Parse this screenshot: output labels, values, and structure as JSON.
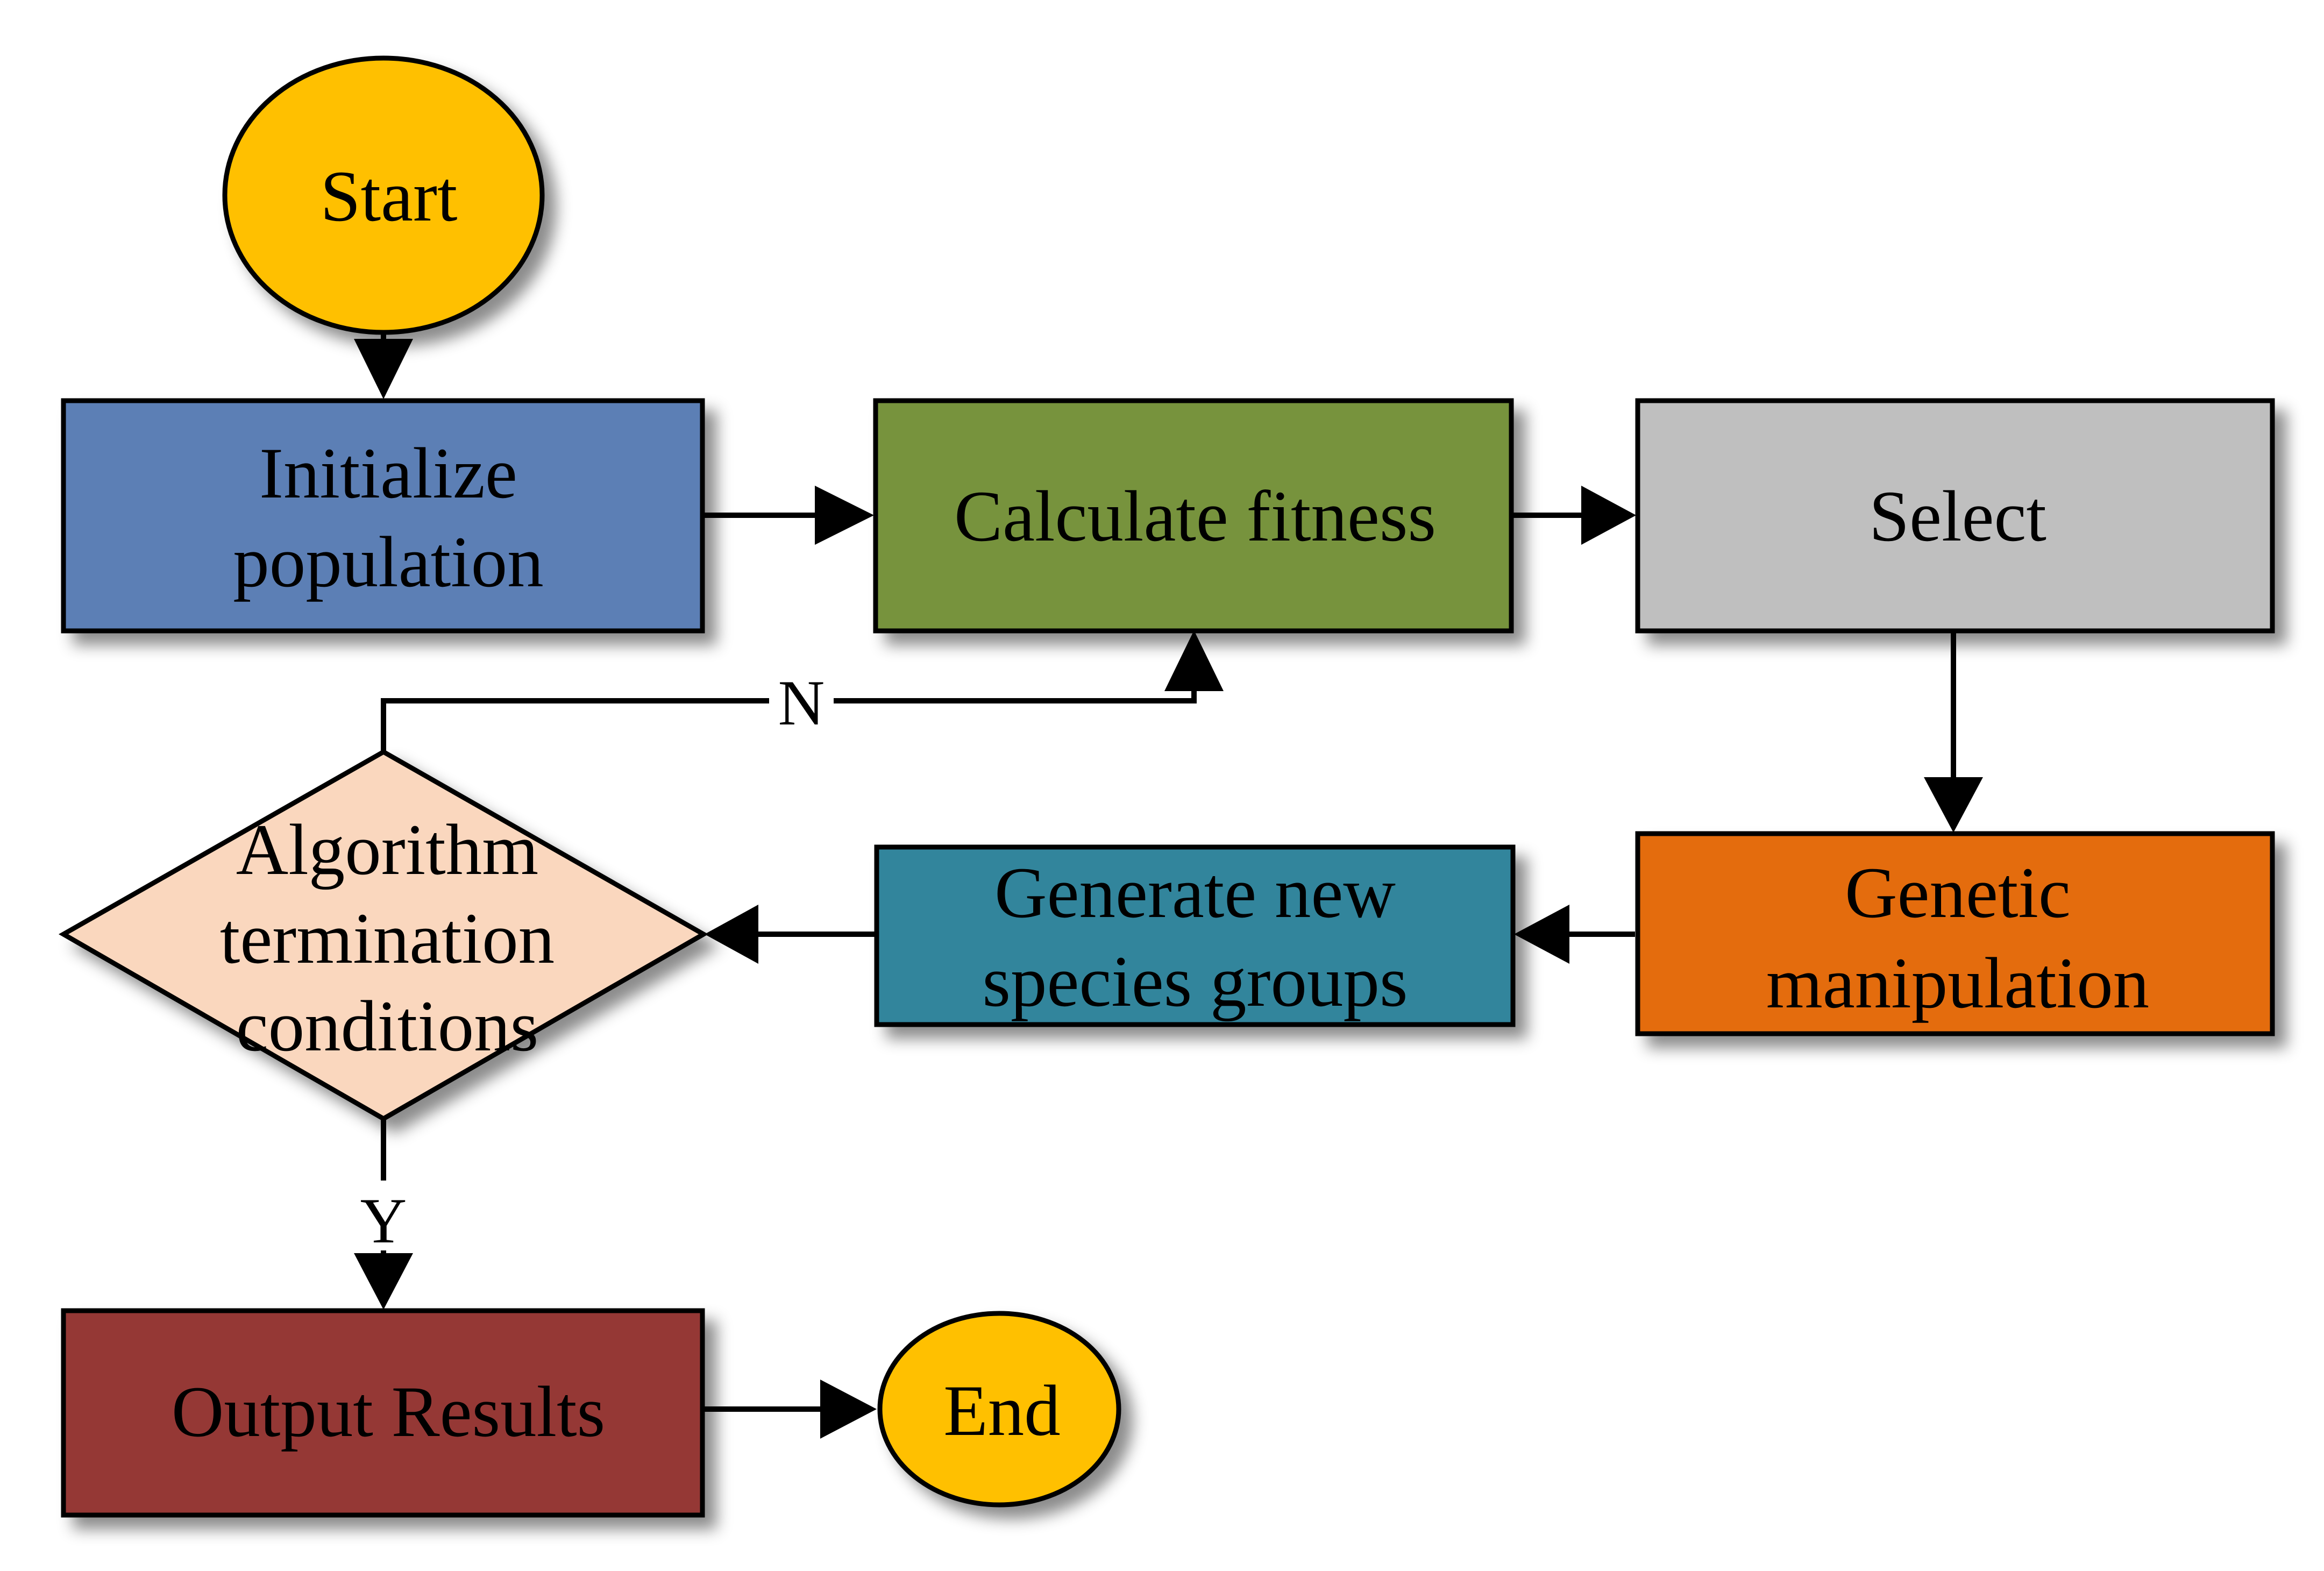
{
  "diagram": {
    "type": "flowchart",
    "nodes": {
      "start": {
        "label": "Start",
        "shape": "ellipse",
        "color": "#FFC000"
      },
      "initialize": {
        "line1": "Initialize",
        "line2": "population",
        "shape": "rectangle",
        "color": "#5B7FB5"
      },
      "fitness": {
        "label": "Calculate fitness",
        "shape": "rectangle",
        "color": "#77933C"
      },
      "select": {
        "label": "Select",
        "shape": "rectangle",
        "color": "#BFBFBF"
      },
      "genetic": {
        "line1": "Genetic",
        "line2": "manipulation",
        "shape": "rectangle",
        "color": "#E46C0A"
      },
      "generate": {
        "line1": "Generate new",
        "line2": "species groups",
        "shape": "rectangle",
        "color": "#31859C"
      },
      "decision": {
        "line1": "Algorithm",
        "line2": "termination",
        "line3": "conditions",
        "shape": "diamond",
        "color": "#FAD7BE"
      },
      "output": {
        "label": "Output Results",
        "shape": "rectangle",
        "color": "#953735"
      },
      "end": {
        "label": "End",
        "shape": "ellipse",
        "color": "#FFC000"
      }
    },
    "edges": {
      "no_label": "N",
      "yes_label": "Y"
    }
  }
}
